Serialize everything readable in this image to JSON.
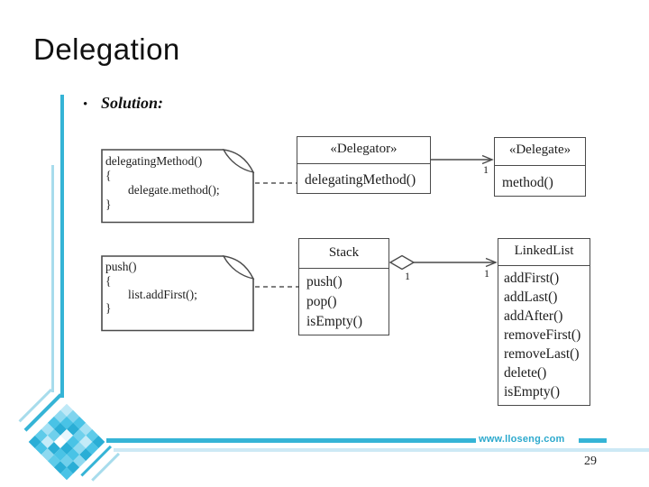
{
  "slide": {
    "title": "Delegation",
    "bullet_glyph": "•",
    "bullet": "Solution:",
    "footer_url": "www.lloseng.com",
    "page_number": "29"
  },
  "colors": {
    "accent_teal": "#35b4d6",
    "accent_light": "#a7dcec",
    "footer_light_line": "#cde9f5",
    "footer_text": "#2ca9cd",
    "diagram_stroke": "#4a4a4a"
  },
  "diagram": {
    "notes": [
      {
        "lines": [
          "delegatingMethod()",
          "{",
          "delegate.method();",
          "}"
        ]
      },
      {
        "lines": [
          "push()",
          "{",
          "list.addFirst();",
          "}"
        ]
      }
    ],
    "classes": [
      {
        "name": "«Delegator»",
        "methods": [
          "delegatingMethod()"
        ]
      },
      {
        "name": "«Delegate»",
        "methods": [
          "method()"
        ]
      },
      {
        "name": "Stack",
        "methods": [
          "push()",
          "pop()",
          "isEmpty()"
        ]
      },
      {
        "name": "LinkedList",
        "methods": [
          "addFirst()",
          "addLast()",
          "addAfter()",
          "removeFirst()",
          "removeLast()",
          "delete()",
          "isEmpty()"
        ]
      }
    ],
    "multiplicities": [
      "1",
      "1",
      "1"
    ]
  },
  "decoration": {
    "tile_colors": [
      "#bfe9f7",
      "#7fd4ee",
      "#49c3e6",
      "#a5e1f4",
      "#5ecbe9",
      "#2aaed6",
      "#8ed9f0",
      "#49c3e6",
      "#2aaed6",
      "#6fd0ec",
      "#c4ebf8",
      "#49c3e6",
      "#49c3e6",
      "#2aaed6",
      "#e8f7fd",
      "#49c3e6",
      "#8ed9f0",
      "#2aaed6",
      "#a5e1f4",
      "#6fd0ec",
      "#ffffff",
      "#2aaed6",
      "#49c3e6",
      "#8ed9f0",
      "#5ecbe9",
      "#c4ebf8",
      "#2aaed6",
      "#49c3e6",
      "#6fd0ec",
      "#2aaed6",
      "#2aaed6",
      "#49c3e6",
      "#8ed9f0",
      "#5ecbe9",
      "#2aaed6",
      "#49c3e6"
    ]
  }
}
